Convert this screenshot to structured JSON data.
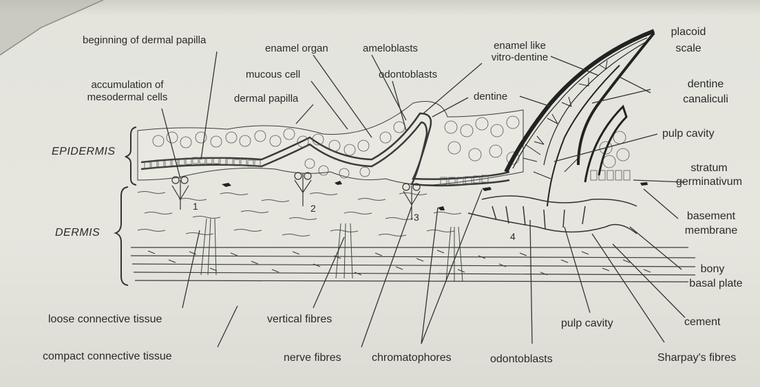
{
  "figure": {
    "regions": {
      "epidermis": "EPIDERMIS",
      "dermis": "DERMIS"
    },
    "stage_numbers": [
      "1",
      "2",
      "3",
      "4"
    ],
    "labels": {
      "beginning_of_dermal_papilla": "beginning of dermal papilla",
      "enamel_organ": "enamel organ",
      "ameloblasts": "ameloblasts",
      "enamel_like_1": "enamel like",
      "enamel_like_2": "vitro-dentine",
      "placoid_1": "placoid",
      "placoid_2": "scale",
      "accumulation_1": "accumulation of",
      "accumulation_2": "mesodermal cells",
      "mucous_cell": "mucous cell",
      "odontoblasts_top": "odontoblasts",
      "dermal_papilla": "dermal papilla",
      "dentine": "dentine",
      "dentine_canaliculi_1": "dentine",
      "dentine_canaliculi_2": "canaliculi",
      "pulp_cavity_right": "pulp cavity",
      "stratum_1": "stratum",
      "stratum_2": "germinativum",
      "basement_1": "basement",
      "basement_2": "membrane",
      "bony_1": "bony",
      "bony_2": "basal plate",
      "loose_connective": "loose connective tissue",
      "vertical_fibres": "vertical fibres",
      "pulp_cavity_bottom": "pulp cavity",
      "cement": "cement",
      "compact_connective": "compact connective tissue",
      "nerve_fibres": "nerve fibres",
      "chromatophores": "chromatophores",
      "odontoblasts_bottom": "odontoblasts",
      "sharpays_fibres": "Sharpay's fibres"
    }
  }
}
